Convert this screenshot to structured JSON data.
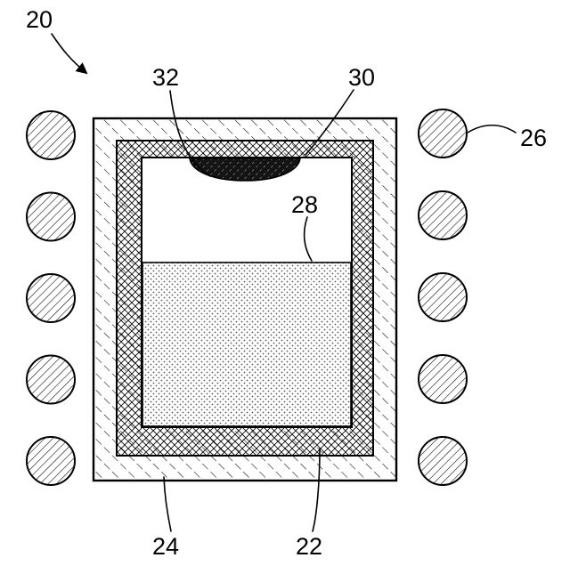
{
  "figure": {
    "labels": {
      "apparatus": "20",
      "seed": "32",
      "top_wall": "30",
      "melt": "28",
      "coil": "26",
      "outer_shell": "24",
      "crucible": "22"
    },
    "colors": {
      "line": "#000000",
      "background": "#ffffff",
      "seed_fill": "#141414",
      "seed_hatch": "#d8d8d8",
      "dot_color": "#555555"
    }
  }
}
